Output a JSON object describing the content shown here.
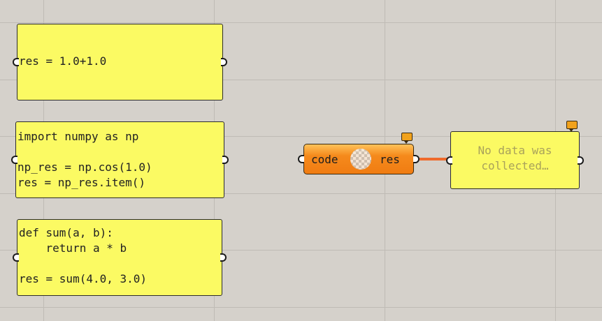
{
  "canvas": {
    "background": "#d5d1cb"
  },
  "panels": [
    {
      "code": "res = 1.0+1.0"
    },
    {
      "code": "import numpy as np\n\nnp_res = np.cos(1.0)\nres = np_res.item()"
    },
    {
      "code": "def sum(a, b):\n    return a * b\n\nres = sum(4.0, 3.0)"
    }
  ],
  "component": {
    "input_label": "code",
    "output_label": "res",
    "color": "#f58a1c"
  },
  "output_panel": {
    "message": "No data was\ncollected…"
  },
  "wire": {
    "color": "#ef6a2c"
  }
}
